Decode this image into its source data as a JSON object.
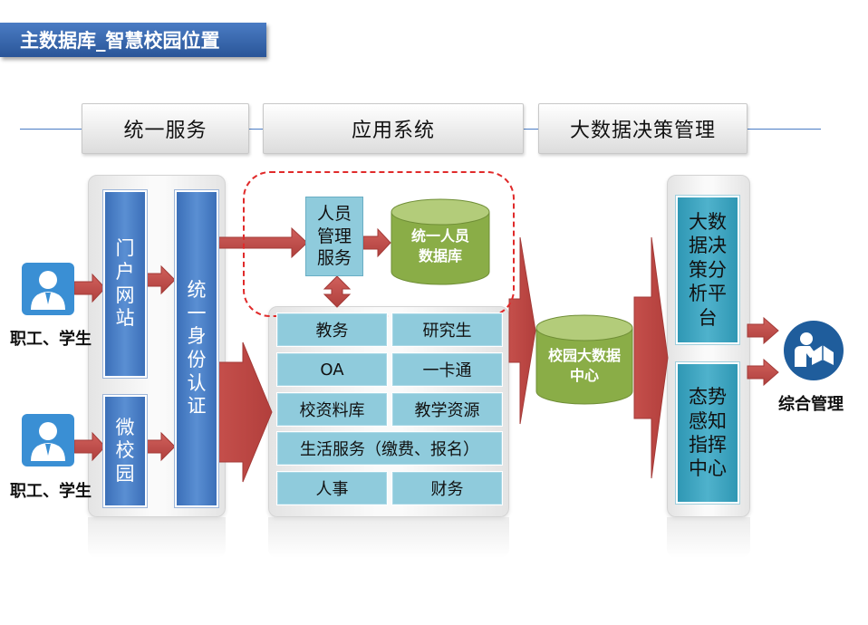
{
  "title": "主数据库_智慧校园位置",
  "headers": {
    "unified_service": "统一服务",
    "application_system": "应用系统",
    "big_data": "大数据决策管理"
  },
  "left_panel": {
    "portal": "门户网站",
    "wechat_campus": "微校园",
    "auth": "统一身份认证"
  },
  "users": [
    {
      "label": "职工、学生",
      "icon": "staff-user-icon"
    },
    {
      "label": "职工、学生",
      "icon": "staff-user-icon"
    }
  ],
  "personnel": {
    "service": "人员管理服务",
    "database": "统一人员数据库"
  },
  "apps": {
    "academic": "教务",
    "graduate": "研究生",
    "oa": "OA",
    "card": "一卡通",
    "school_archive": "校资料库",
    "teaching_resources": "教学资源",
    "life_services": "生活服务（缴费、报名）",
    "hr": "人事",
    "finance": "财务"
  },
  "data_center": "校园大数据中心",
  "right_panel": {
    "decision_platform": "大数据决策分析平台",
    "situational": "态势感知指挥中心"
  },
  "management": {
    "label": "综合管理",
    "icon": "reading-person-icon"
  },
  "colors": {
    "title_blue": "#2a5598",
    "box_blue": "#4a7cc4",
    "cell_teal": "#8fcbdc",
    "box_teal": "#3aa3bf",
    "arrow_red": "#c0504d",
    "cylinder_green": "#9bbb59",
    "dashed_red": "#e02a2a"
  }
}
